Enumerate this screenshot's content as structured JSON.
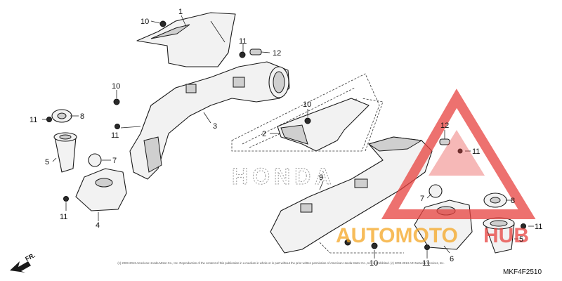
{
  "diagram": {
    "code": "MKF4F2510",
    "copyright": "(c) 2003-2013 American Honda Motor Co., Inc. Reproduction of the content of this publication in a medium in whole or in part without the prior written permission of American Honda Motor Co., Inc. is prohibited. (c) 2003-2013 ARI Network Services, Inc.",
    "direction_label": "FR.",
    "background_logo": "HONDA",
    "watermark": {
      "part1": "AUTOMOTO",
      "part2": "HUB",
      "color_red": "#e8423f",
      "color_orange": "#f5a623"
    },
    "callouts": [
      {
        "id": "c1",
        "text": "1"
      },
      {
        "id": "c10a",
        "text": "10"
      },
      {
        "id": "c11a",
        "text": "11"
      },
      {
        "id": "c12a",
        "text": "12"
      },
      {
        "id": "c10b",
        "text": "10"
      },
      {
        "id": "c11b",
        "text": "11"
      },
      {
        "id": "c8a",
        "text": "8"
      },
      {
        "id": "c11c",
        "text": "11"
      },
      {
        "id": "c3",
        "text": "3"
      },
      {
        "id": "c5a",
        "text": "5"
      },
      {
        "id": "c7a",
        "text": "7"
      },
      {
        "id": "c11d",
        "text": "11"
      },
      {
        "id": "c4",
        "text": "4"
      },
      {
        "id": "c10c",
        "text": "10"
      },
      {
        "id": "c2",
        "text": "2"
      },
      {
        "id": "c9",
        "text": "9"
      },
      {
        "id": "c12b",
        "text": "12"
      },
      {
        "id": "c11e",
        "text": "11"
      },
      {
        "id": "c7b",
        "text": "7"
      },
      {
        "id": "c8b",
        "text": "8"
      },
      {
        "id": "c11f",
        "text": "11"
      },
      {
        "id": "c5b",
        "text": "5"
      },
      {
        "id": "c11g",
        "text": "11"
      },
      {
        "id": "c10d",
        "text": "10"
      },
      {
        "id": "c6",
        "text": "6"
      }
    ]
  }
}
